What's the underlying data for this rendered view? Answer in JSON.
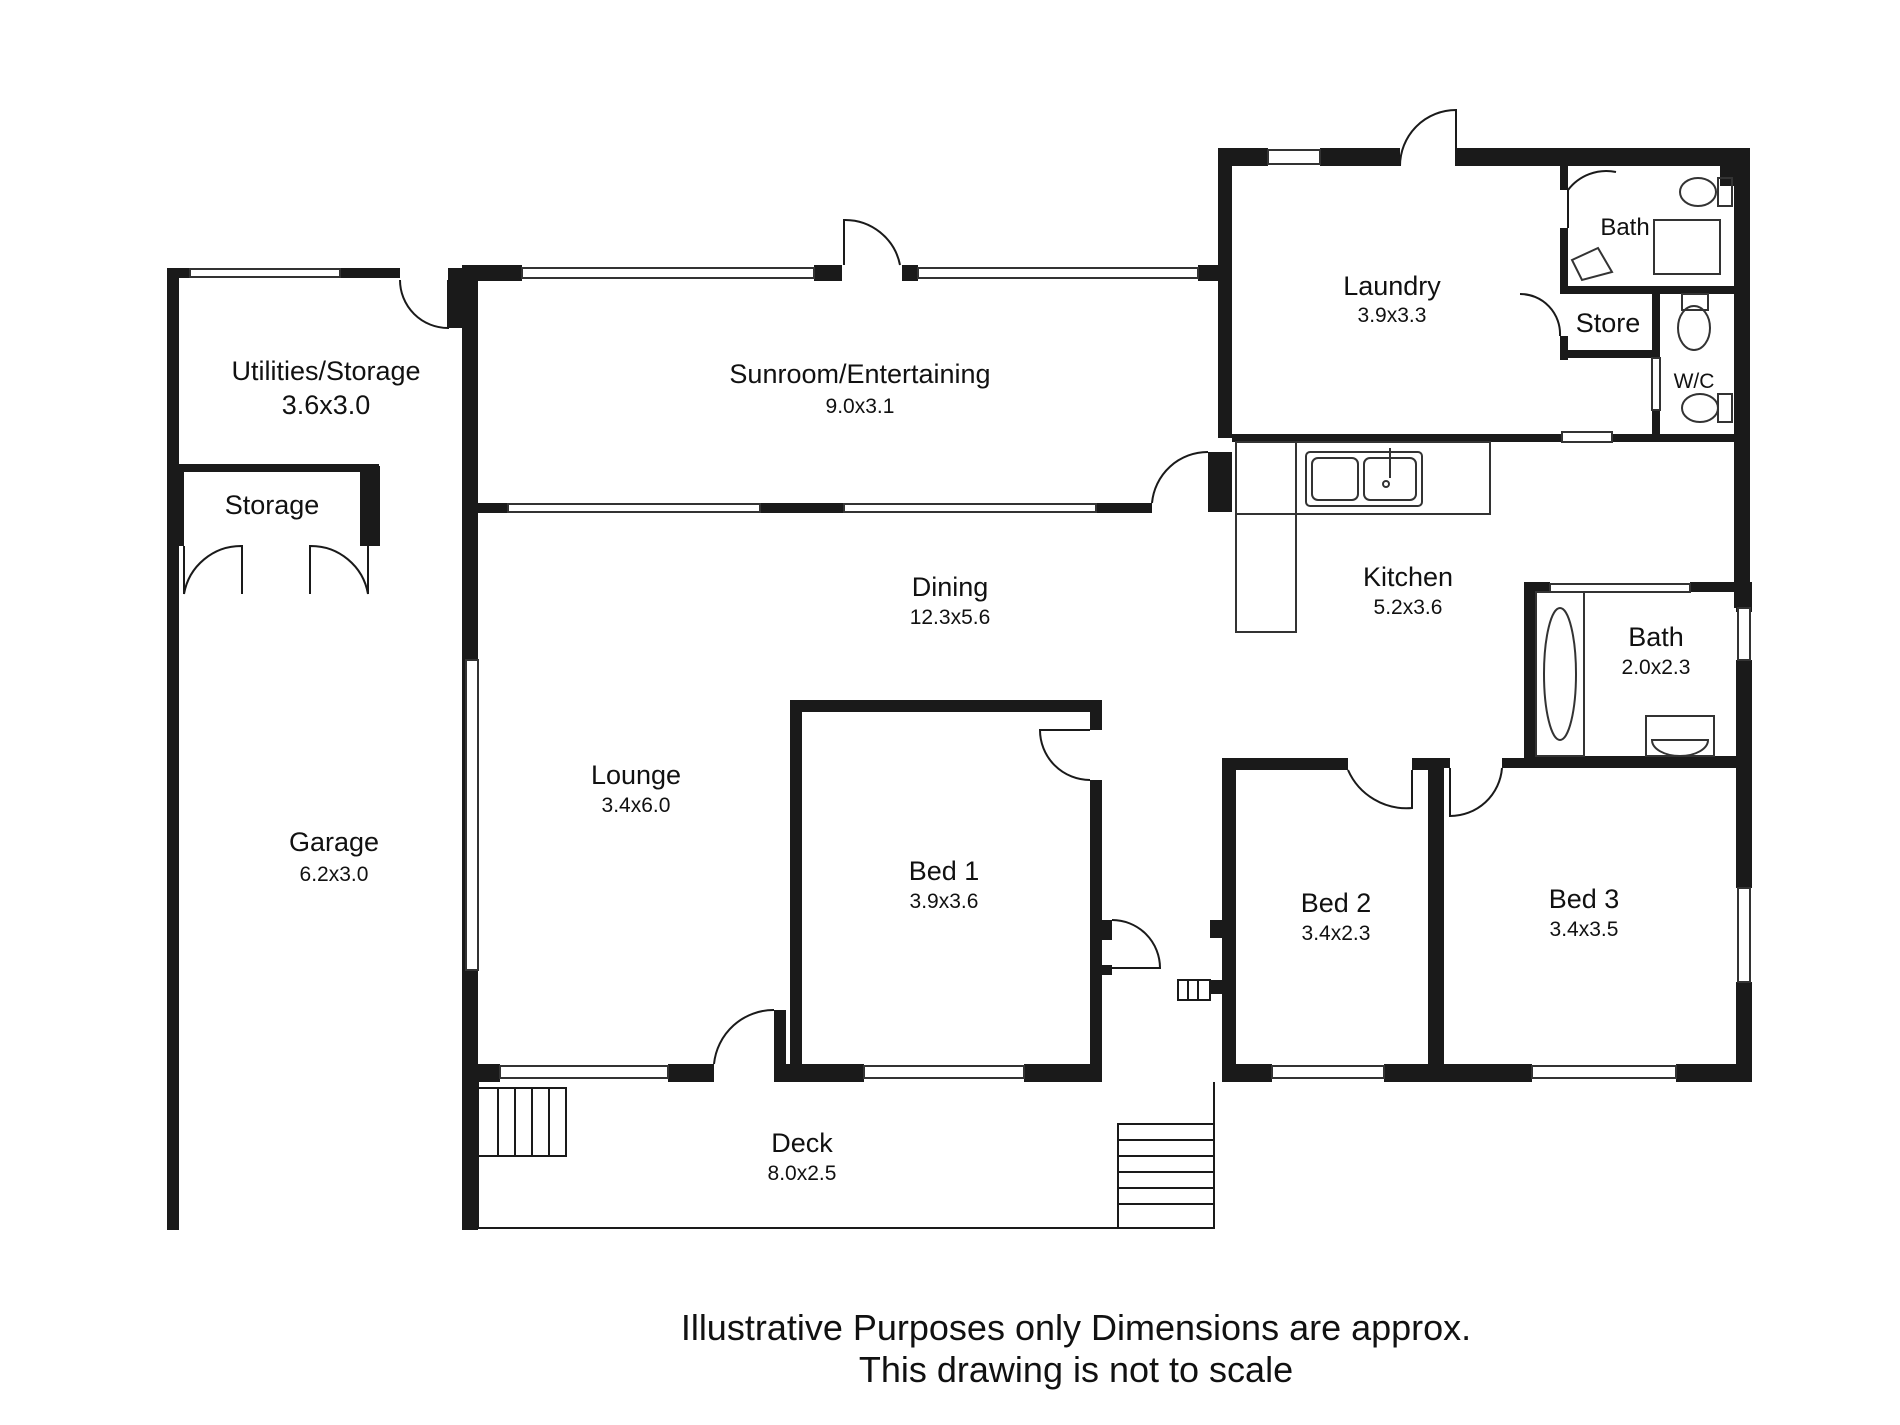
{
  "rooms": {
    "utilities": {
      "name": "Utilities/Storage",
      "dim": "3.6x3.0"
    },
    "storage": {
      "name": "Storage"
    },
    "garage": {
      "name": "Garage",
      "dim": "6.2x3.0"
    },
    "sunroom": {
      "name": "Sunroom/Entertaining",
      "dim": "9.0x3.1"
    },
    "laundry": {
      "name": "Laundry",
      "dim": "3.9x3.3"
    },
    "bath_small": {
      "name": "Bath"
    },
    "store": {
      "name": "Store"
    },
    "wc": {
      "name": "W/C"
    },
    "dining": {
      "name": "Dining",
      "dim": "12.3x5.6"
    },
    "kitchen": {
      "name": "Kitchen",
      "dim": "5.2x3.6"
    },
    "bath": {
      "name": "Bath",
      "dim": "2.0x2.3"
    },
    "lounge": {
      "name": "Lounge",
      "dim": "3.4x6.0"
    },
    "bed1": {
      "name": "Bed 1",
      "dim": "3.9x3.6"
    },
    "bed2": {
      "name": "Bed 2",
      "dim": "3.4x2.3"
    },
    "bed3": {
      "name": "Bed 3",
      "dim": "3.4x3.5"
    },
    "deck": {
      "name": "Deck",
      "dim": "8.0x2.5"
    }
  },
  "disclaimer": {
    "line1": "Illustrative Purposes only Dimensions are approx.",
    "line2": "This drawing is not to scale"
  },
  "colors": {
    "wall": "#1a1a1a",
    "window": "#ffffff",
    "line": "#333333"
  }
}
